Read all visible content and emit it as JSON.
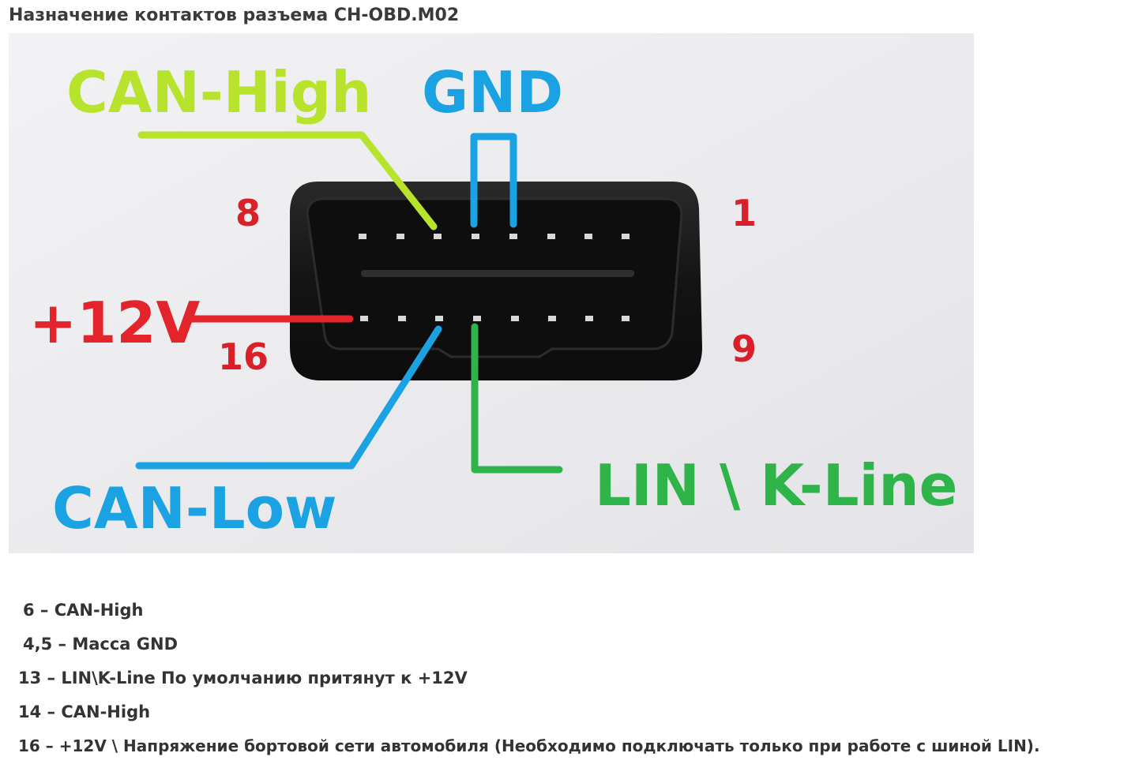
{
  "title": "Назначение контактов разъема CH-OBD.M02",
  "diagram": {
    "labels": {
      "can_high": "CAN-High",
      "gnd": "GND",
      "plus12v": "+12V",
      "can_low": "CAN-Low",
      "lin_kline": "LIN \\ K-Line"
    },
    "pin_numbers": {
      "top_left": "8",
      "top_right": "1",
      "bottom_left": "16",
      "bottom_right": "9"
    },
    "colors": {
      "can_high": "#b7e32d",
      "gnd": "#1ba2e3",
      "plus12v": "#e3252b",
      "can_low": "#1ba2e3",
      "lin_kline": "#2fb44a",
      "pin_number": "#d92028",
      "connector_body": "#161616",
      "background": "#ececef"
    }
  },
  "pin_list": [
    "6 – CAN-High",
    "4,5  – Масса GND",
    "13 – LIN\\K-Line По умолчанию притянут к +12V",
    "14 – CAN-High",
    "16 – +12V \\ Напряжение бортовой сети автомобиля (Необходимо подключать только при работе с шиной LIN)."
  ]
}
